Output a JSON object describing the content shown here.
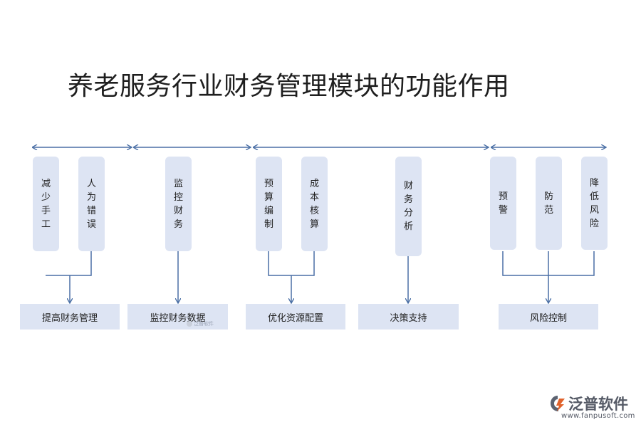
{
  "title": "养老服务行业财务管理模块的功能作用",
  "nodes": {
    "reduce_manual": "减少手工",
    "human_error": "人为错误",
    "monitor_finance": "监控财务",
    "budgeting": "预算编制",
    "cost_accounting": "成本核算",
    "financial_analysis": "财务分析",
    "warning": "预警",
    "prevention": "防范",
    "reduce_risk": "降低风险"
  },
  "outputs": {
    "improve_fm": "提高财务管理",
    "monitor_data": "监控财务数据",
    "optimize_resources": "优化资源配置",
    "decision_support": "决策支持",
    "risk_control": "风险控制"
  },
  "watermark": "泛普软件",
  "logo": {
    "name": "泛普软件",
    "url": "www.fanpusoft.com"
  },
  "colors": {
    "box": "#dde4f3",
    "line": "#4a6fa5"
  }
}
